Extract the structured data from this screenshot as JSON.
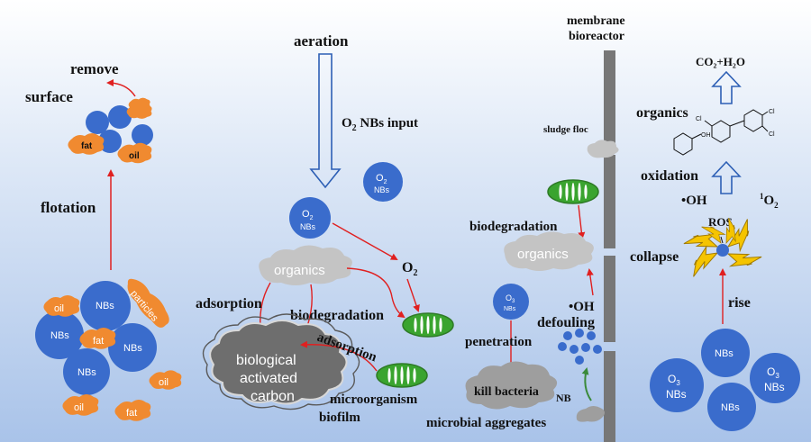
{
  "flotation_panel": {
    "remove": "remove",
    "surface": "surface",
    "flotation": "flotation",
    "fat": "fat",
    "oil": "oil",
    "nbs": "NBs",
    "particles": "particles"
  },
  "aeration_panel": {
    "aeration": "aeration",
    "o2_nbs_input_o": "O",
    "o2_nbs_input_sub": "2",
    "o2_nbs_input_rest": " NBs input",
    "o2_letter": "O",
    "o2_sub": "2",
    "nbs": "NBs",
    "organics": "organics",
    "o2_label": "O",
    "adsorption": "adsorption",
    "biodegradation": "biodegradation",
    "adsorption2": "adsorption",
    "bac_line1": "biological",
    "bac_line2": "activated",
    "bac_line3": "carbon",
    "microorganism": "microorganism",
    "biofilm": "biofilm"
  },
  "mbr_panel": {
    "title_line1": "membrane",
    "title_line2": "bioreactor",
    "sludge_floc": "sludge floc",
    "biodegradation": "biodegradation",
    "organics": "organics",
    "oh": "•OH",
    "defouling": "defouling",
    "o3": "O",
    "o3_sub": "3",
    "nbs": "NBs",
    "penetration": "penetration",
    "kill_bacteria": "kill bacteria",
    "nb": "NB",
    "microbial_aggregates": "microbial aggregates"
  },
  "oxidation_panel": {
    "co2_h2o": "CO₂+H₂O",
    "organics": "organics",
    "cl": "Cl",
    "oh_group": "OH",
    "oxidation": "oxidation",
    "oh_radical": "•OH",
    "singlet_o2_sup": "1",
    "singlet_o2": "O",
    "singlet_o2_sub": "2",
    "ros": "ROS",
    "collapse": "collapse",
    "rise": "rise",
    "nbs": "NBs",
    "o3": "O",
    "o3_sub": "3"
  },
  "colors": {
    "nb_blue": "#3a6ccc",
    "fat_orange": "#f08a30",
    "arrow_red": "#e02020",
    "cloud_gray": "#c4c4c4",
    "carbon_gray": "#6e6e6e",
    "microbe_green": "#3aa42f",
    "membrane_gray": "#777777",
    "bolt_yellow": "#f5c400"
  }
}
